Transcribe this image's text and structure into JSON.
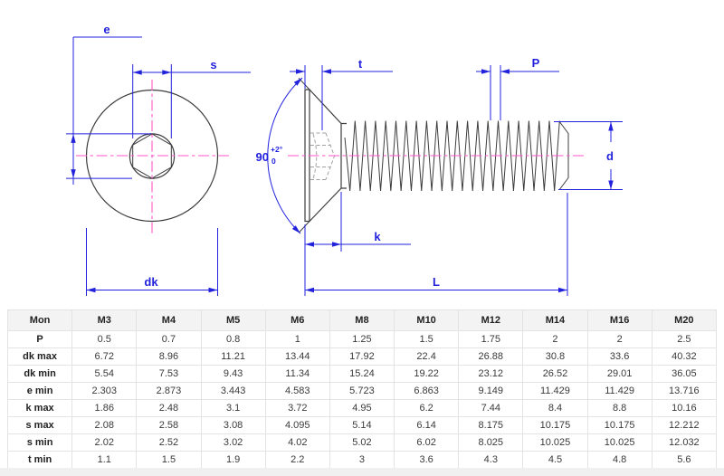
{
  "drawing": {
    "labels": {
      "e": "e",
      "s": "s",
      "dk": "dk",
      "t": "t",
      "p": "P",
      "k": "k",
      "l": "L",
      "d": "d"
    },
    "angle": {
      "value": "90",
      "tol_upper": "+2°",
      "tol_lower": "0"
    },
    "colors": {
      "dimension": "#2222dd",
      "centerline": "#ff55cc",
      "outline": "#3c3c3c",
      "hidden": "#a0a0a0"
    }
  },
  "table": {
    "headers": [
      "Mon",
      "M3",
      "M4",
      "M5",
      "M6",
      "M8",
      "M10",
      "M12",
      "M14",
      "M16",
      "M20"
    ],
    "rows": [
      {
        "label": "P",
        "values": [
          "0.5",
          "0.7",
          "0.8",
          "1",
          "1.25",
          "1.5",
          "1.75",
          "2",
          "2",
          "2.5"
        ]
      },
      {
        "label": "dk max",
        "values": [
          "6.72",
          "8.96",
          "11.21",
          "13.44",
          "17.92",
          "22.4",
          "26.88",
          "30.8",
          "33.6",
          "40.32"
        ]
      },
      {
        "label": "dk min",
        "values": [
          "5.54",
          "7.53",
          "9.43",
          "11.34",
          "15.24",
          "19.22",
          "23.12",
          "26.52",
          "29.01",
          "36.05"
        ]
      },
      {
        "label": "e min",
        "values": [
          "2.303",
          "2.873",
          "3.443",
          "4.583",
          "5.723",
          "6.863",
          "9.149",
          "11.429",
          "11.429",
          "13.716"
        ]
      },
      {
        "label": "k max",
        "values": [
          "1.86",
          "2.48",
          "3.1",
          "3.72",
          "4.95",
          "6.2",
          "7.44",
          "8.4",
          "8.8",
          "10.16"
        ]
      },
      {
        "label": "s max",
        "values": [
          "2.08",
          "2.58",
          "3.08",
          "4.095",
          "5.14",
          "6.14",
          "8.175",
          "10.175",
          "10.175",
          "12.212"
        ]
      },
      {
        "label": "s min",
        "values": [
          "2.02",
          "2.52",
          "3.02",
          "4.02",
          "5.02",
          "6.02",
          "8.025",
          "10.025",
          "10.025",
          "12.032"
        ]
      },
      {
        "label": "t min",
        "values": [
          "1.1",
          "1.5",
          "1.9",
          "2.2",
          "3",
          "3.6",
          "4.3",
          "4.5",
          "4.8",
          "5.6"
        ]
      }
    ]
  }
}
